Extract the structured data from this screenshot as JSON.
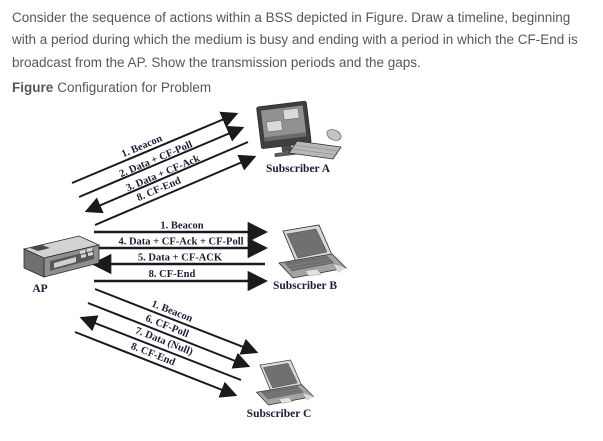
{
  "problem": {
    "lines": [
      "Consider the sequence of actions within a BSS depicted in Figure. Draw a timeline, beginning",
      "with a period during which the medium is busy and ending with a period in which the CF-End is",
      "broadcast from the AP. Show the transmission periods and the gaps."
    ]
  },
  "figure": {
    "caption_label": "Figure",
    "caption_text": "Configuration for Problem"
  },
  "diagram": {
    "ap_label": "AP",
    "icons": {
      "ap": "access-point-3d-box-icon",
      "subscriber_a": "desktop-computer-icon",
      "subscriber_b": "laptop-icon",
      "subscriber_c": "laptop-icon"
    },
    "groups": [
      {
        "subscriber": "Subscriber A",
        "messages": [
          {
            "label": "1. Beacon",
            "direction": "ap_to_subscriber"
          },
          {
            "label": "2. Data + CF-Poll",
            "direction": "ap_to_subscriber"
          },
          {
            "label": "3. Data + CF-Ack",
            "direction": "subscriber_to_ap"
          },
          {
            "label": "8. CF-End",
            "direction": "ap_to_subscriber"
          }
        ]
      },
      {
        "subscriber": "Subscriber B",
        "messages": [
          {
            "label": "1. Beacon",
            "direction": "ap_to_subscriber"
          },
          {
            "label": "4. Data + CF-Ack + CF-Poll",
            "direction": "ap_to_subscriber"
          },
          {
            "label": "5. Data + CF-ACK",
            "direction": "subscriber_to_ap"
          },
          {
            "label": "8. CF-End",
            "direction": "ap_to_subscriber"
          }
        ]
      },
      {
        "subscriber": "Subscriber C",
        "messages": [
          {
            "label": "1. Beacon",
            "direction": "ap_to_subscriber"
          },
          {
            "label": "6. CF-Poll",
            "direction": "ap_to_subscriber"
          },
          {
            "label": "7. Data (Null)",
            "direction": "subscriber_to_ap"
          },
          {
            "label": "8. CF-End",
            "direction": "ap_to_subscriber"
          }
        ]
      }
    ]
  },
  "colors": {
    "body_text": "#575757",
    "diagram_label": "#1d1d35",
    "arrow": "#1a1a1a",
    "device_gray": "#9f9f9f"
  }
}
